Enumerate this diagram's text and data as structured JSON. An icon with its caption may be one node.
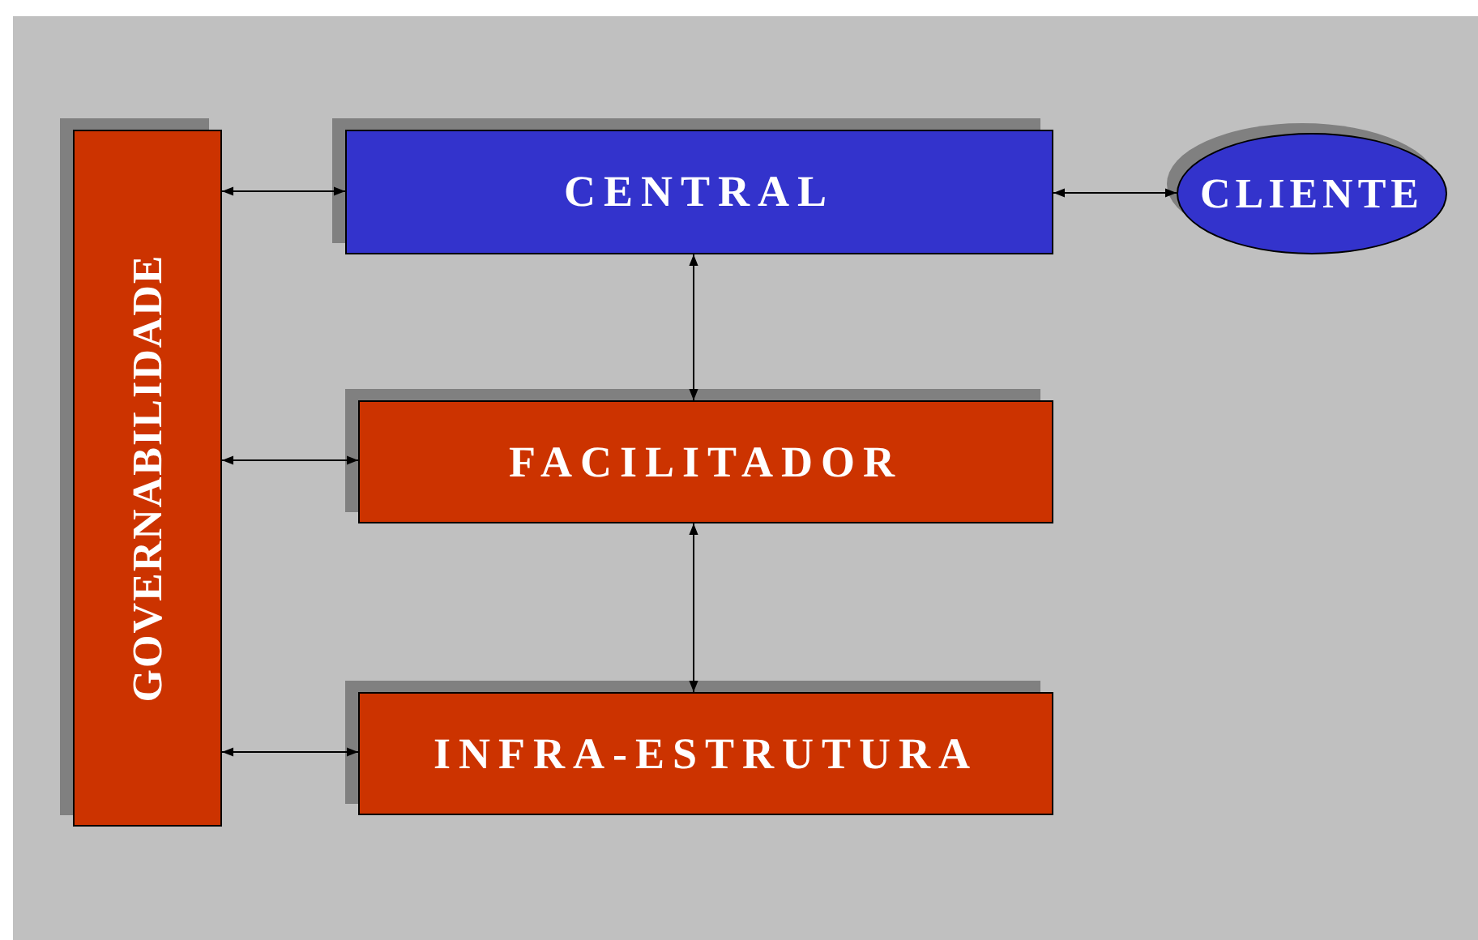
{
  "diagram": {
    "nodes": [
      {
        "text": [
          "GOVERNABILIDADE"
        ]
      },
      {
        "text": [
          "CENTRAL"
        ]
      },
      {
        "text": [
          "CLIENTE"
        ]
      },
      {
        "text": [
          "FACILITADOR"
        ]
      },
      {
        "text": [
          "INFRA-ESTRUTURA"
        ]
      }
    ],
    "edges": [
      {
        "from": 0,
        "to": 1,
        "arrow": "both"
      },
      {
        "from": 1,
        "to": 2,
        "arrow": "both"
      },
      {
        "from": 1,
        "to": 3,
        "arrow": "both"
      },
      {
        "from": 0,
        "to": 3,
        "arrow": "both"
      },
      {
        "from": 3,
        "to": 4,
        "arrow": "both"
      },
      {
        "from": 0,
        "to": 4,
        "arrow": "both"
      }
    ]
  }
}
